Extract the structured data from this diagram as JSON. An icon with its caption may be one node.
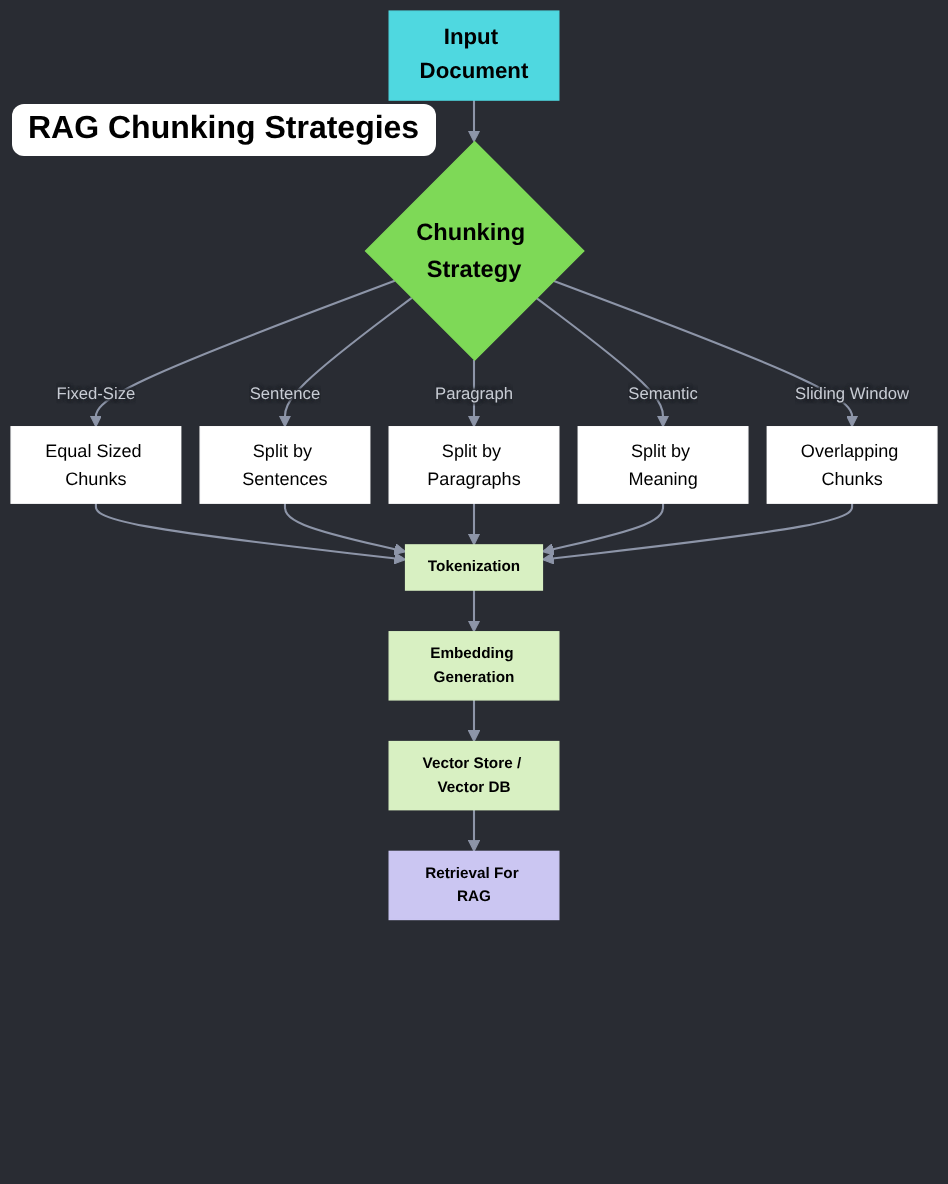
{
  "diagram": {
    "title": "RAG Chunking Strategies",
    "nodes": [
      {
        "text": [
          "Input Document"
        ]
      },
      {
        "text": [
          "Chunking Strategy"
        ]
      },
      {
        "text": [
          "Equal Sized Chunks"
        ]
      },
      {
        "text": [
          "Split by Sentences"
        ]
      },
      {
        "text": [
          "Split by Paragraphs"
        ]
      },
      {
        "text": [
          "Split by Meaning"
        ]
      },
      {
        "text": [
          "Overlapping Chunks"
        ]
      },
      {
        "text": [
          "Tokenization"
        ]
      },
      {
        "text": [
          "Embedding Generation"
        ]
      },
      {
        "text": [
          "Vector Store / Vector DB"
        ]
      },
      {
        "text": [
          "Retrieval For RAG"
        ]
      }
    ],
    "edges": [
      {
        "from": 0,
        "to": 1,
        "arrow": "to"
      },
      {
        "from": 1,
        "to": 2,
        "arrow": "to",
        "label": "Fixed-Size"
      },
      {
        "from": 1,
        "to": 3,
        "arrow": "to",
        "label": "Sentence"
      },
      {
        "from": 1,
        "to": 4,
        "arrow": "to",
        "label": "Paragraph"
      },
      {
        "from": 1,
        "to": 5,
        "arrow": "to",
        "label": "Semantic"
      },
      {
        "from": 1,
        "to": 6,
        "arrow": "to",
        "label": "Sliding Window"
      },
      {
        "from": 2,
        "to": 7,
        "arrow": "to"
      },
      {
        "from": 3,
        "to": 7,
        "arrow": "to"
      },
      {
        "from": 4,
        "to": 7,
        "arrow": "to"
      },
      {
        "from": 5,
        "to": 7,
        "arrow": "to"
      },
      {
        "from": 6,
        "to": 7,
        "arrow": "to"
      },
      {
        "from": 7,
        "to": 8,
        "arrow": "to"
      },
      {
        "from": 8,
        "to": 9,
        "arrow": "to"
      },
      {
        "from": 9,
        "to": 10,
        "arrow": "to"
      }
    ]
  }
}
